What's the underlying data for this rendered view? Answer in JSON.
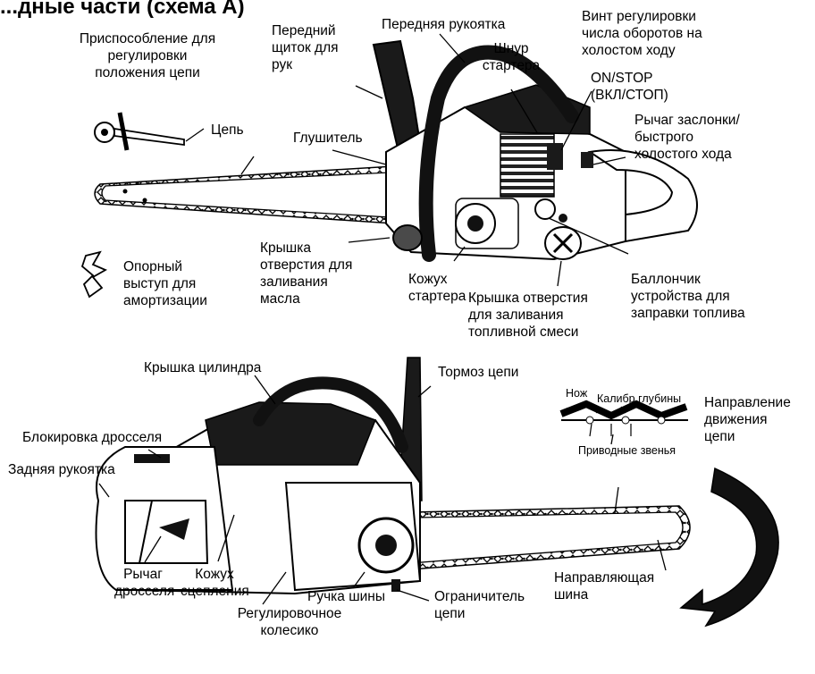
{
  "title": "...дные части (схема А)",
  "top_diagram": {
    "labels": {
      "chain_adjust_tool": "Приспособление для\nрегулировки\nположения цепи",
      "front_hand_guard": "Передний\nщиток для\nрук",
      "front_handle": "Передняя рукоятка",
      "starter_rope": "Шнур\nстартера",
      "idle_screw": "Винт регулировки\nчисла оборотов на\nхолостом ходу",
      "on_stop": "ON/STOP\n(ВКЛ/СТОП)",
      "choke_lever": "Рычаг заслонки/\nбыстрого\nхолостого хода",
      "chain": "Цепь",
      "muffler": "Глушитель",
      "oil_cap": "Крышка\nотверстия для\nзаливания\nмасла",
      "bumper_spike": "Опорный\nвыступ для\nамортизации",
      "starter_cover": "Кожух\nстартера",
      "fuel_cap": "Крышка отверстия\nдля заливания\nтопливной смеси",
      "primer_bulb": "Баллончик\nустройства для\nзаправки топлива"
    }
  },
  "bottom_diagram": {
    "labels": {
      "cylinder_cover": "Крышка цилиндра",
      "chain_brake": "Тормоз цепи",
      "throttle_lockout": "Блокировка дросселя",
      "rear_handle": "Задняя рукоятка",
      "throttle_trigger": "Рычаг\nдросселя",
      "clutch_cover": "Кожух\nсцепления",
      "adjuster_wheel": "Регулировочное\nколесико",
      "bar_knob": "Ручка шины",
      "chain_catcher": "Ограничитель\nцепи",
      "guide_bar": "Направляющая\nшина",
      "chain_direction": "Направление\nдвижения\nцепи",
      "inset_cutter": "Нож",
      "inset_depth_gauge": "Калибр глубины",
      "inset_drive_links": "Приводные звенья"
    }
  },
  "colors": {
    "ink": "#000000",
    "fill_dark": "#1a1a1a",
    "fill_mid": "#4a4a4a",
    "paper": "#ffffff"
  }
}
